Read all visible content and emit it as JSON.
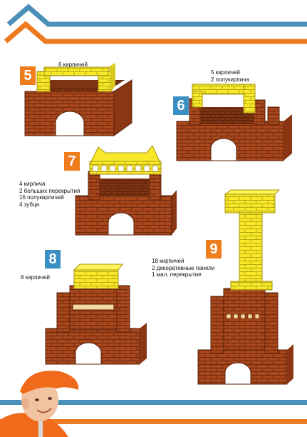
{
  "colors": {
    "blue": "#4a90b8",
    "orange": "#ee7a1f",
    "brick_red": "#a8461c",
    "brick_dark": "#6e2a0d",
    "brick_yellow": "#f7e829",
    "step_blue": "#3b8fc2",
    "step_orange": "#ef7c1d"
  },
  "steps": [
    {
      "number": "5",
      "notes": [
        "6 кирпичей"
      ]
    },
    {
      "number": "6",
      "notes": [
        "5 кирпичей",
        "2 полукирпича"
      ]
    },
    {
      "number": "7",
      "notes": [
        "4 кирпича",
        "2 больших перекрытия",
        "16 полукирпичей",
        "4 зубца"
      ]
    },
    {
      "number": "8",
      "notes": [
        "8 кирпичей"
      ]
    },
    {
      "number": "9",
      "notes": [
        "18 кирпичей",
        "2 декоративные панели",
        "1 мал. перекрытие"
      ]
    }
  ]
}
